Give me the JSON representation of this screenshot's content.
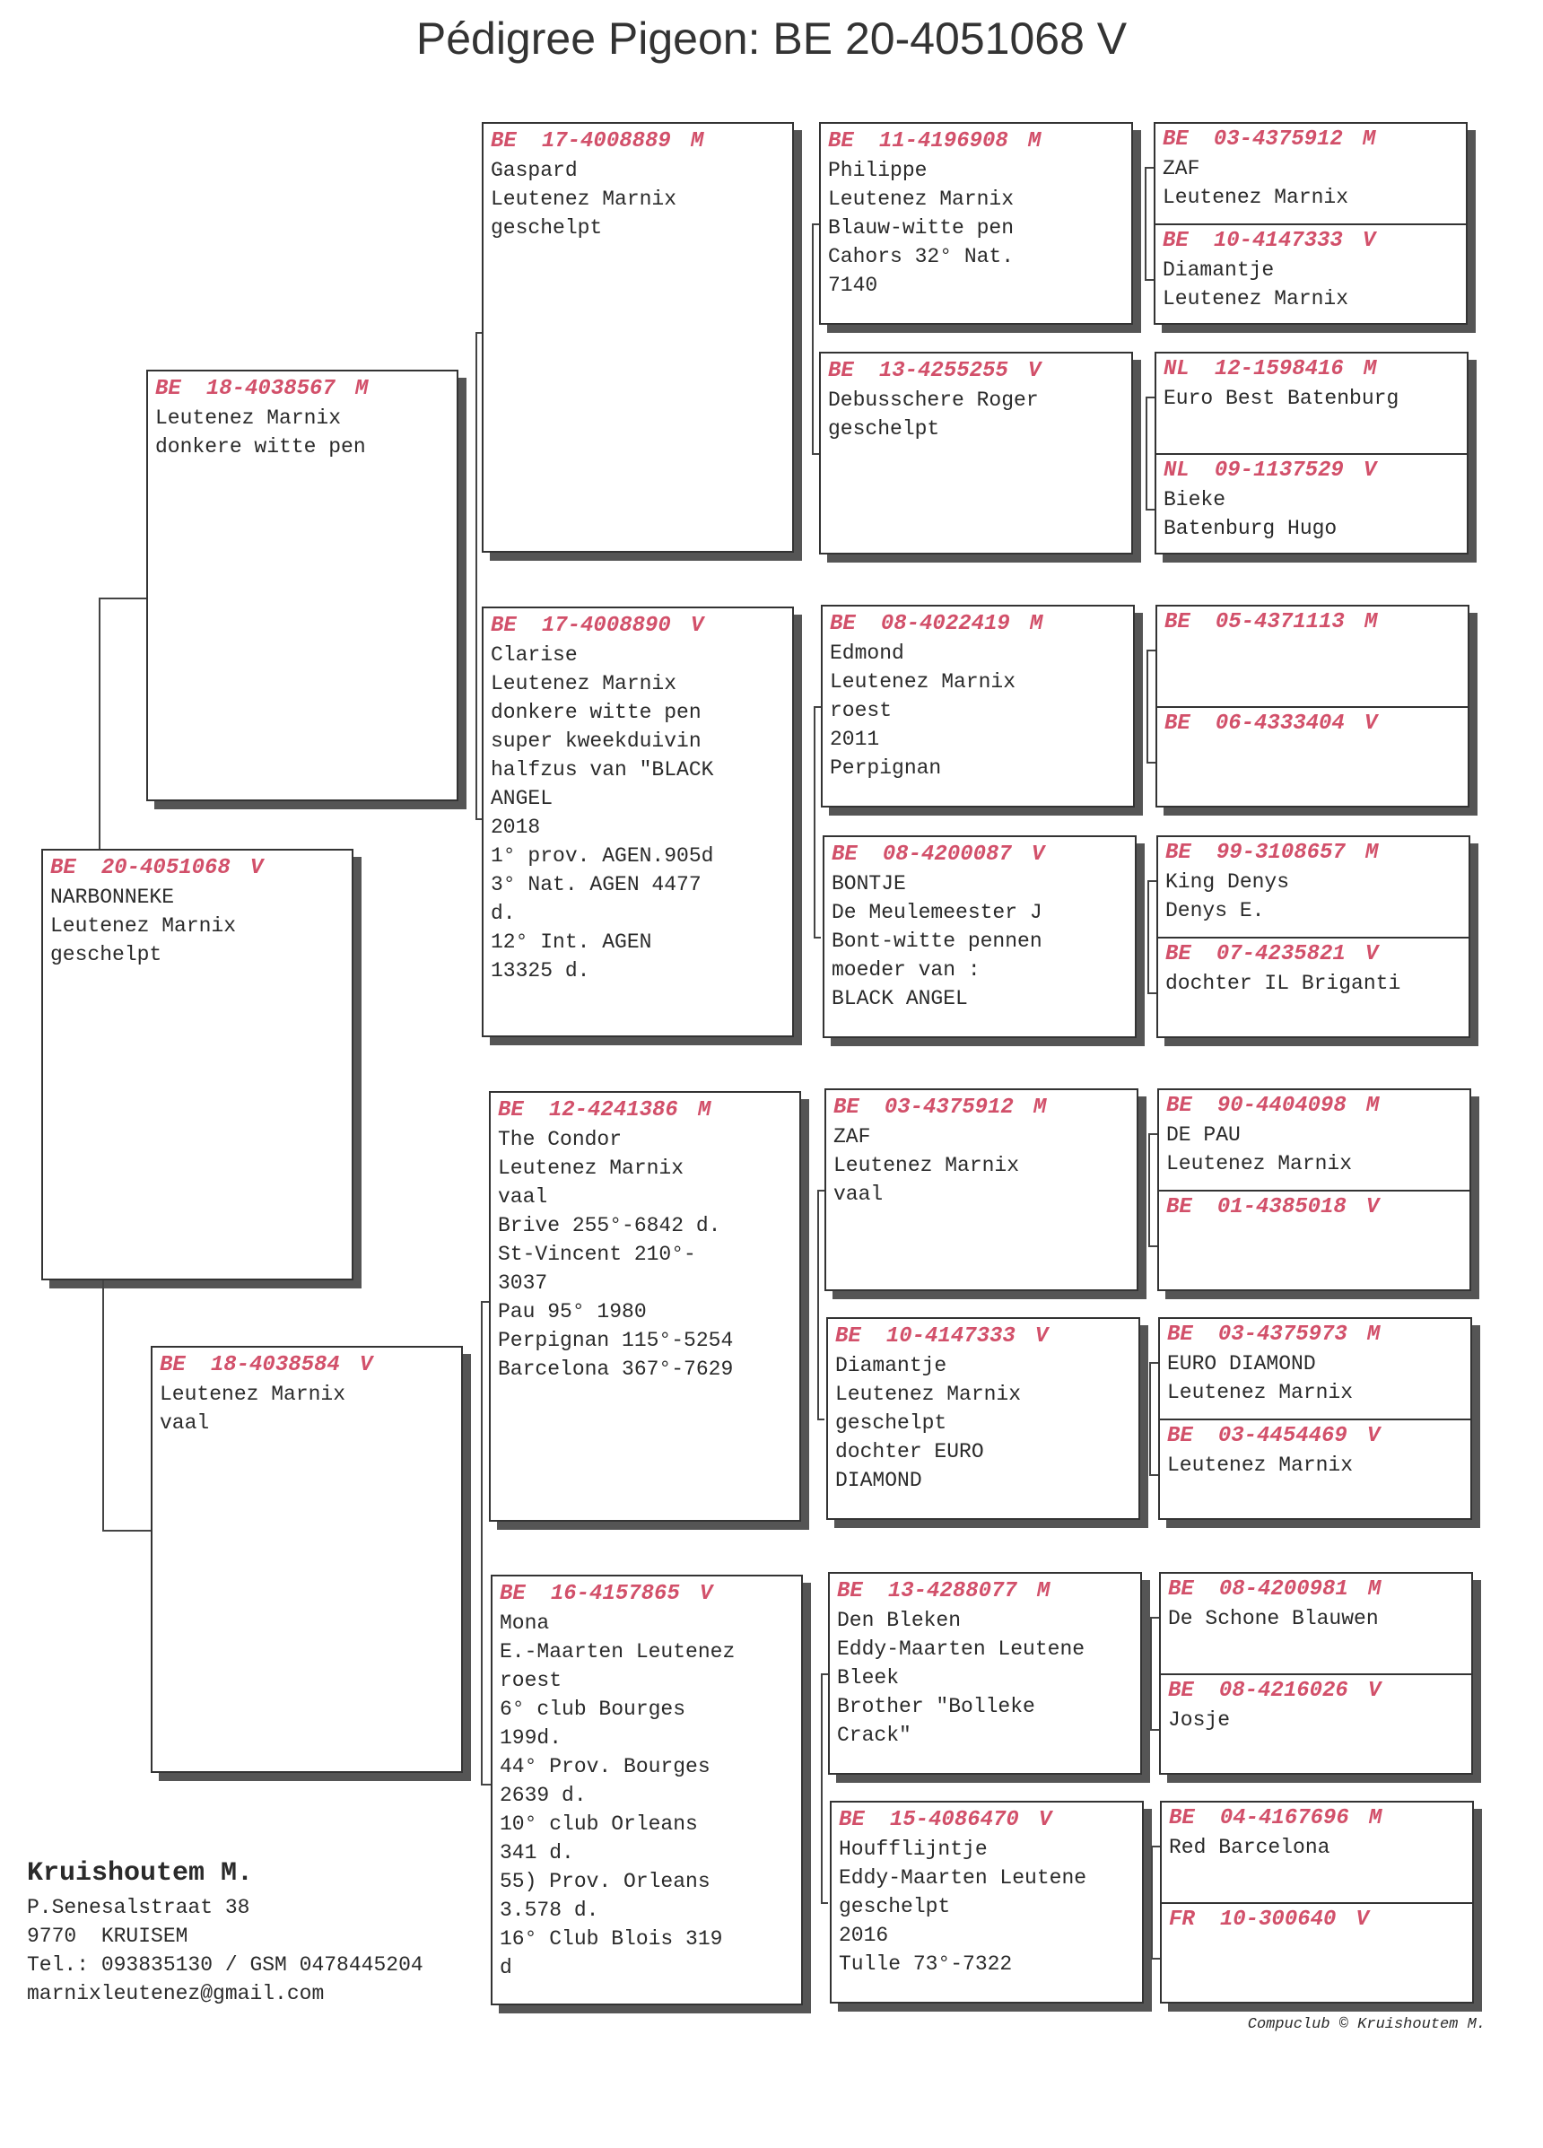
{
  "title": "Pédigree Pigeon: BE  20-4051068 V",
  "birds": {
    "self": {
      "country": "BE",
      "number": "20-4051068",
      "sex": "V",
      "lines": [
        "NARBONNEKE",
        "Leutenez Marnix",
        "geschelpt"
      ]
    },
    "sire": {
      "country": "BE",
      "number": "18-4038567",
      "sex": "M",
      "lines": [
        "",
        "Leutenez Marnix",
        "donkere witte pen"
      ]
    },
    "dam": {
      "country": "BE",
      "number": "18-4038584",
      "sex": "V",
      "lines": [
        "",
        "Leutenez Marnix",
        "vaal"
      ]
    },
    "gen2": [
      {
        "country": "BE",
        "number": "17-4008889",
        "sex": "M",
        "lines": [
          "Gaspard",
          "Leutenez Marnix",
          "geschelpt"
        ]
      },
      {
        "country": "BE",
        "number": "17-4008890",
        "sex": "V",
        "lines": [
          "Clarise",
          "Leutenez Marnix",
          "donkere witte pen",
          "super kweekduivin",
          "halfzus van \"BLACK",
          "ANGEL",
          "2018",
          "1° prov. AGEN.905d",
          "3° Nat. AGEN 4477",
          "d.",
          "12° Int. AGEN",
          "13325 d."
        ]
      },
      {
        "country": "BE",
        "number": "12-4241386",
        "sex": "M",
        "lines": [
          "The Condor",
          "Leutenez Marnix",
          "vaal",
          "Brive 255°-6842 d.",
          "St-Vincent 210°-",
          "3037",
          "Pau 95° 1980",
          "Perpignan 115°-5254",
          "Barcelona 367°-7629"
        ]
      },
      {
        "country": "BE",
        "number": "16-4157865",
        "sex": "V",
        "lines": [
          "Mona",
          "E.-Maarten Leutenez",
          "roest",
          "6° club Bourges",
          "199d.",
          "44° Prov. Bourges",
          "2639 d.",
          "10° club Orleans",
          "341 d.",
          "55) Prov. Orleans",
          "3.578 d.",
          "16° Club Blois 319",
          "d"
        ]
      }
    ],
    "gen3": [
      {
        "country": "BE",
        "number": "11-4196908",
        "sex": "M",
        "lines": [
          "Philippe",
          "Leutenez Marnix",
          "Blauw-witte pen",
          "Cahors 32° Nat.",
          "7140"
        ]
      },
      {
        "country": "BE",
        "number": "13-4255255",
        "sex": "V",
        "lines": [
          "",
          "Debusschere Roger",
          "geschelpt"
        ]
      },
      {
        "country": "BE",
        "number": "08-4022419",
        "sex": "M",
        "lines": [
          "Edmond",
          "Leutenez Marnix",
          "roest",
          "2011",
          "Perpignan"
        ]
      },
      {
        "country": "BE",
        "number": "08-4200087",
        "sex": "V",
        "lines": [
          "BONTJE",
          "De Meulemeester J",
          "Bont-witte pennen",
          "moeder van :",
          "BLACK ANGEL"
        ]
      },
      {
        "country": "BE",
        "number": "03-4375912",
        "sex": "M",
        "lines": [
          "ZAF",
          "Leutenez Marnix",
          "vaal"
        ]
      },
      {
        "country": "BE",
        "number": "10-4147333",
        "sex": "V",
        "lines": [
          "Diamantje",
          "Leutenez Marnix",
          "geschelpt",
          "dochter EURO",
          "DIAMOND"
        ]
      },
      {
        "country": "BE",
        "number": "13-4288077",
        "sex": "M",
        "lines": [
          "Den Bleken",
          "Eddy-Maarten Leutene",
          "Bleek",
          "Brother \"Bolleke",
          "Crack\""
        ]
      },
      {
        "country": "BE",
        "number": "15-4086470",
        "sex": "V",
        "lines": [
          "Houfflijntje",
          "Eddy-Maarten Leutene",
          "geschelpt",
          "2016",
          "Tulle 73°-7322"
        ]
      }
    ],
    "gen4": [
      {
        "country": "BE",
        "number": "03-4375912",
        "sex": "M",
        "lines": [
          "ZAF",
          "Leutenez Marnix"
        ]
      },
      {
        "country": "BE",
        "number": "10-4147333",
        "sex": "V",
        "lines": [
          "Diamantje",
          "Leutenez Marnix"
        ]
      },
      {
        "country": "NL",
        "number": "12-1598416",
        "sex": "M",
        "lines": [
          "Euro Best Batenburg"
        ]
      },
      {
        "country": "NL",
        "number": "09-1137529",
        "sex": "V",
        "lines": [
          "Bieke",
          "Batenburg Hugo"
        ]
      },
      {
        "country": "BE",
        "number": "05-4371113",
        "sex": "M",
        "lines": []
      },
      {
        "country": "BE",
        "number": "06-4333404",
        "sex": "V",
        "lines": []
      },
      {
        "country": "BE",
        "number": "99-3108657",
        "sex": "M",
        "lines": [
          "King Denys",
          "Denys E."
        ]
      },
      {
        "country": "BE",
        "number": "07-4235821",
        "sex": "V",
        "lines": [
          "dochter IL Briganti"
        ]
      },
      {
        "country": "BE",
        "number": "90-4404098",
        "sex": "M",
        "lines": [
          "DE PAU",
          "Leutenez Marnix"
        ]
      },
      {
        "country": "BE",
        "number": "01-4385018",
        "sex": "V",
        "lines": []
      },
      {
        "country": "BE",
        "number": "03-4375973",
        "sex": "M",
        "lines": [
          "EURO DIAMOND",
          "Leutenez Marnix"
        ]
      },
      {
        "country": "BE",
        "number": "03-4454469",
        "sex": "V",
        "lines": [
          "",
          "Leutenez Marnix"
        ]
      },
      {
        "country": "BE",
        "number": "08-4200981",
        "sex": "M",
        "lines": [
          "De Schone Blauwen"
        ]
      },
      {
        "country": "BE",
        "number": "08-4216026",
        "sex": "V",
        "lines": [
          "Josje"
        ]
      },
      {
        "country": "BE",
        "number": "04-4167696",
        "sex": "M",
        "lines": [
          "Red Barcelona"
        ]
      },
      {
        "country": "FR",
        "number": "10-300640",
        "sex": "V",
        "lines": []
      }
    ]
  },
  "owner": {
    "name": "Kruishoutem M.",
    "lines": [
      "P.Senesalstraat 38",
      "9770  KRUISEM",
      "Tel.: 093835130 / GSM 0478445204",
      "marnixleutenez@gmail.com"
    ]
  },
  "credit": "Compuclub © Kruishoutem M."
}
